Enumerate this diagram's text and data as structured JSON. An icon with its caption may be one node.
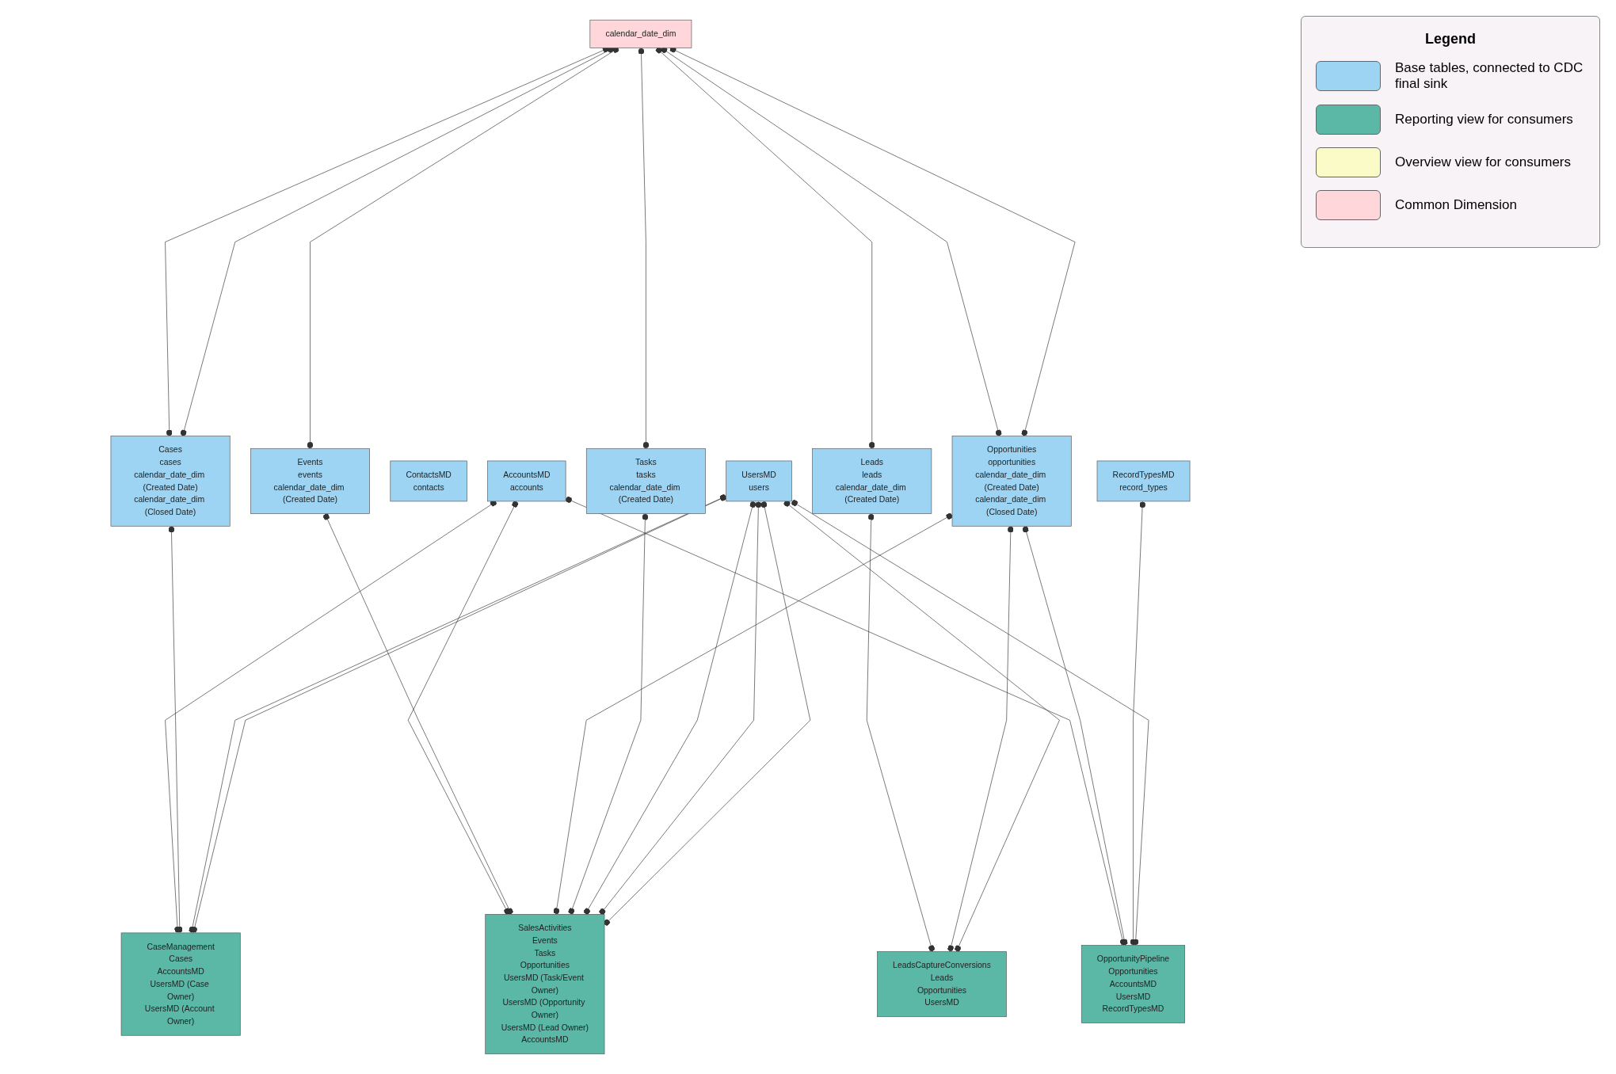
{
  "diagram": {
    "nodes": [
      {
        "text": [
          "calendar_date_dim"
        ]
      },
      {
        "text": [
          "AccountsMD",
          "accounts"
        ]
      },
      {
        "text": [
          "Cases",
          "cases",
          "calendar_date_dim (Created Date)",
          "calendar_date_dim (Closed Date)"
        ]
      },
      {
        "text": [
          "ContactsMD",
          "contacts"
        ]
      },
      {
        "text": [
          "Events",
          "events",
          "calendar_date_dim (Created Date)"
        ]
      },
      {
        "text": [
          "Leads",
          "leads",
          "calendar_date_dim (Created Date)"
        ]
      },
      {
        "text": [
          "Opportunities",
          "opportunities",
          "calendar_date_dim (Created Date)",
          "calendar_date_dim (Closed Date)"
        ]
      },
      {
        "text": [
          "RecordTypesMD",
          "record_types"
        ]
      },
      {
        "text": [
          "Tasks",
          "tasks",
          "calendar_date_dim (Created Date)"
        ]
      },
      {
        "text": [
          "UsersMD",
          "users"
        ]
      },
      {
        "text": [
          "CaseManagement",
          "Cases",
          "AccountsMD",
          "UsersMD (Case Owner)",
          "UsersMD (Account Owner)"
        ]
      },
      {
        "text": [
          "LeadsCaptureConversions",
          "Leads",
          "Opportunities",
          "UsersMD"
        ]
      },
      {
        "text": [
          "OpportunityPipeline",
          "Opportunities",
          "AccountsMD",
          "UsersMD",
          "RecordTypesMD"
        ]
      },
      {
        "text": [
          "SalesActivities",
          "Events",
          "Tasks",
          "Opportunities",
          "UsersMD (Task/Event Owner)",
          "UsersMD (Opportunity Owner)",
          "UsersMD (Lead Owner)",
          "AccountsMD"
        ]
      }
    ],
    "edges": [
      {
        "from": 0,
        "to": 2,
        "arrow": "other"
      },
      {
        "from": 0,
        "to": 2,
        "arrow": "other"
      },
      {
        "from": 0,
        "to": 4,
        "arrow": "other"
      },
      {
        "from": 0,
        "to": 5,
        "arrow": "other"
      },
      {
        "from": 0,
        "to": 6,
        "arrow": "other"
      },
      {
        "from": 0,
        "to": 6,
        "arrow": "other"
      },
      {
        "from": 0,
        "to": 8,
        "arrow": "other"
      },
      {
        "from": 1,
        "to": 10,
        "arrow": "other"
      },
      {
        "from": 1,
        "to": 12,
        "arrow": "other"
      },
      {
        "from": 1,
        "to": 13,
        "arrow": "other"
      },
      {
        "from": 2,
        "to": 10,
        "arrow": "other"
      },
      {
        "from": 4,
        "to": 13,
        "arrow": "other"
      },
      {
        "from": 5,
        "to": 11,
        "arrow": "other"
      },
      {
        "from": 6,
        "to": 11,
        "arrow": "other"
      },
      {
        "from": 6,
        "to": 12,
        "arrow": "other"
      },
      {
        "from": 6,
        "to": 13,
        "arrow": "other"
      },
      {
        "from": 7,
        "to": 12,
        "arrow": "other"
      },
      {
        "from": 8,
        "to": 13,
        "arrow": "other"
      },
      {
        "from": 9,
        "to": 10,
        "arrow": "other"
      },
      {
        "from": 9,
        "to": 10,
        "arrow": "other"
      },
      {
        "from": 9,
        "to": 11,
        "arrow": "other"
      },
      {
        "from": 9,
        "to": 12,
        "arrow": "other"
      },
      {
        "from": 9,
        "to": 13,
        "arrow": "other"
      },
      {
        "from": 9,
        "to": 13,
        "arrow": "other"
      },
      {
        "from": 9,
        "to": 13,
        "arrow": "other"
      }
    ],
    "labels": [
      "Legend"
    ],
    "legend": [
      {
        "text": "Base tables, connected to CDC final sink",
        "color": "#9dd4f3"
      },
      {
        "text": "Reporting view for consumers",
        "color": "#5bb8a6"
      },
      {
        "text": "Overview view for consumers",
        "color": "#fbfbc8"
      },
      {
        "text": "Common Dimension",
        "color": "#ffd7da"
      }
    ]
  }
}
